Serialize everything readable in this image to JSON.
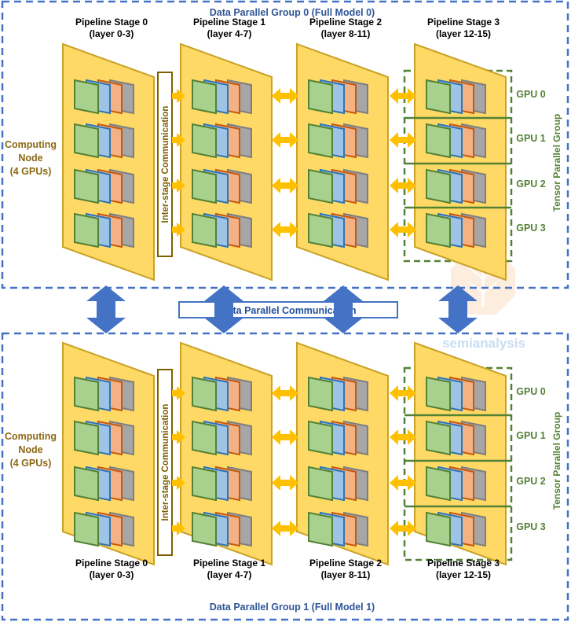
{
  "groups": [
    {
      "title": "Data Parallel Group 0 (Full Model 0)",
      "node_label": [
        "Computing",
        "Node",
        "(4 GPUs)"
      ],
      "inter_stage_label": "Inter-stage Communication",
      "tensor_label": "Tensor Parallel Group",
      "stages": [
        {
          "name": "Pipeline Stage 0",
          "layers": "(layer 0-3)"
        },
        {
          "name": "Pipeline Stage 1",
          "layers": "(layer 4-7)"
        },
        {
          "name": "Pipeline Stage 2",
          "layers": "(layer 8-11)"
        },
        {
          "name": "Pipeline Stage 3",
          "layers": "(layer 12-15)"
        }
      ],
      "gpus": [
        "GPU 0",
        "GPU 1",
        "GPU 2",
        "GPU 3"
      ]
    },
    {
      "title": "Data Parallel Group 1 (Full Model 1)",
      "node_label": [
        "Computing",
        "Node",
        "(4 GPUs)"
      ],
      "inter_stage_label": "Inter-stage Communication",
      "tensor_label": "Tensor Parallel Group",
      "stages": [
        {
          "name": "Pipeline Stage 0",
          "layers": "(layer 0-3)"
        },
        {
          "name": "Pipeline Stage 1",
          "layers": "(layer 4-7)"
        },
        {
          "name": "Pipeline Stage 2",
          "layers": "(layer 8-11)"
        },
        {
          "name": "Pipeline Stage 3",
          "layers": "(layer 12-15)"
        }
      ],
      "gpus": [
        "GPU 0",
        "GPU 1",
        "GPU 2",
        "GPU 3"
      ]
    }
  ],
  "data_parallel_comm": "Data Parallel Communication",
  "watermark": "semianalysis",
  "colors": {
    "group_border": "#4472c4",
    "stage_fill": "#ffd966",
    "stage_border": "#c9a227",
    "arrow_orange": "#ffc000",
    "arrow_blue": "#4472c4",
    "label_gold": "#8b6914",
    "tensor_green": "#548235",
    "card_green": "#a9d18e",
    "card_blue": "#9dc3e6",
    "card_orange": "#f4b183",
    "card_gray": "#a6a6a6"
  }
}
